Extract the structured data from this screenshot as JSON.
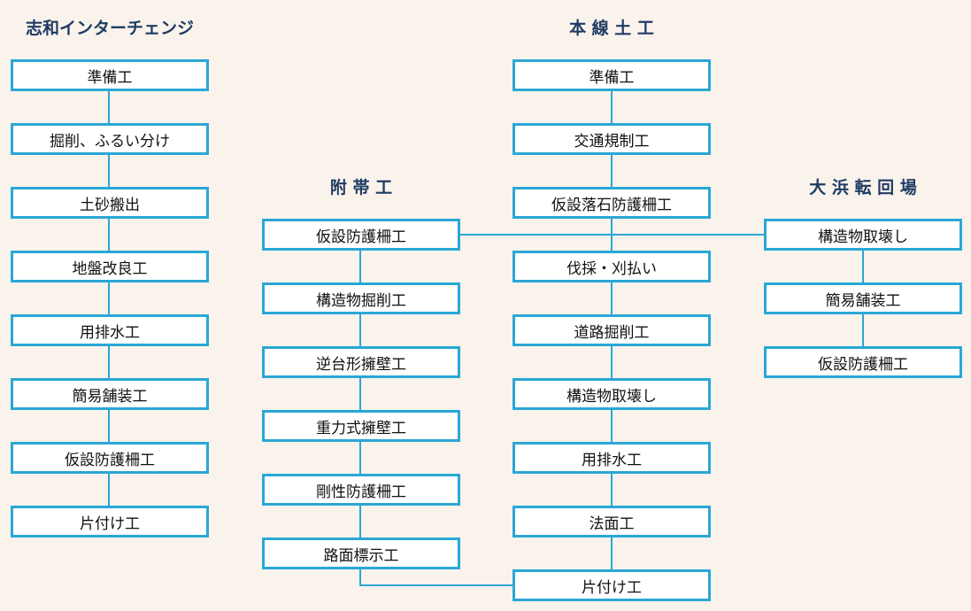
{
  "columns": [
    {
      "heading": "志和インターチェンジ",
      "items": [
        "準備工",
        "掘削、ふるい分け",
        "土砂搬出",
        "地盤改良工",
        "用排水工",
        "簡易舗装工",
        "仮設防護柵工",
        "片付け工"
      ]
    },
    {
      "heading": "附 帯 工",
      "items": [
        "仮設防護柵工",
        "構造物掘削工",
        "逆台形擁壁工",
        "重力式擁壁工",
        "剛性防護柵工",
        "路面標示工"
      ]
    },
    {
      "heading": "本 線 土 工",
      "items": [
        "準備工",
        "交通規制工",
        "仮設落石防護柵工",
        "伐採・刈払い",
        "道路掘削工",
        "構造物取壊し",
        "用排水工",
        "法面工",
        "片付け工"
      ]
    },
    {
      "heading": "大 浜 転 回 場",
      "items": [
        "構造物取壊し",
        "簡易舗装工",
        "仮設防護柵工"
      ]
    }
  ],
  "colors": {
    "background": "#faf3ec",
    "border": "#2aa7d6",
    "heading": "#1f3b63"
  }
}
